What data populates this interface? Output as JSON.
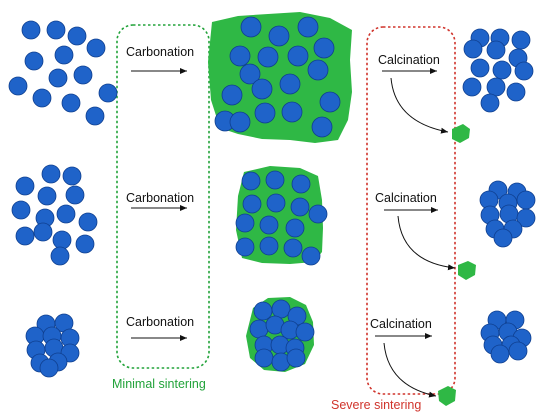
{
  "labels": {
    "carbonation": "Carbonation",
    "calcination": "Calcination",
    "minimal_sintering": "Minimal sintering",
    "severe_sintering": "Severe sintering"
  },
  "colors": {
    "particle_fill": "#1f63c9",
    "particle_stroke": "#0f3f8f",
    "product_layer": "#2fb845",
    "minimal_box": "#22a33a",
    "severe_box": "#d0342c",
    "arrow": "#111111"
  }
}
